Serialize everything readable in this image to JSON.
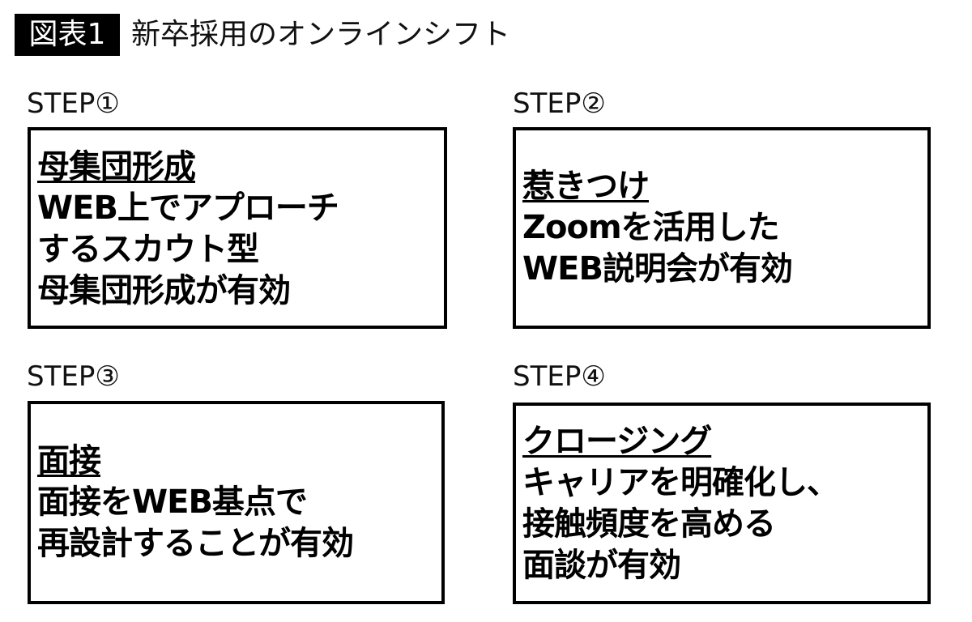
{
  "header": {
    "badge": "図表1",
    "title": "新卒採用のオンラインシフト"
  },
  "steps": [
    {
      "label": "STEP①",
      "heading": "母集団形成",
      "lines": [
        "WEB上でアプローチ",
        "するスカウト型",
        "母集団形成が有効"
      ]
    },
    {
      "label": "STEP②",
      "heading": "惹きつけ",
      "lines": [
        "Zoomを活用した",
        "WEB説明会が有効"
      ]
    },
    {
      "label": "STEP③",
      "heading": "面接",
      "lines": [
        "面接をWEB基点で",
        "再設計することが有効"
      ]
    },
    {
      "label": "STEP④",
      "heading": "クロージング",
      "lines": [
        "キャリアを明確化し、",
        "接触頻度を高める",
        "面談が有効"
      ]
    }
  ]
}
